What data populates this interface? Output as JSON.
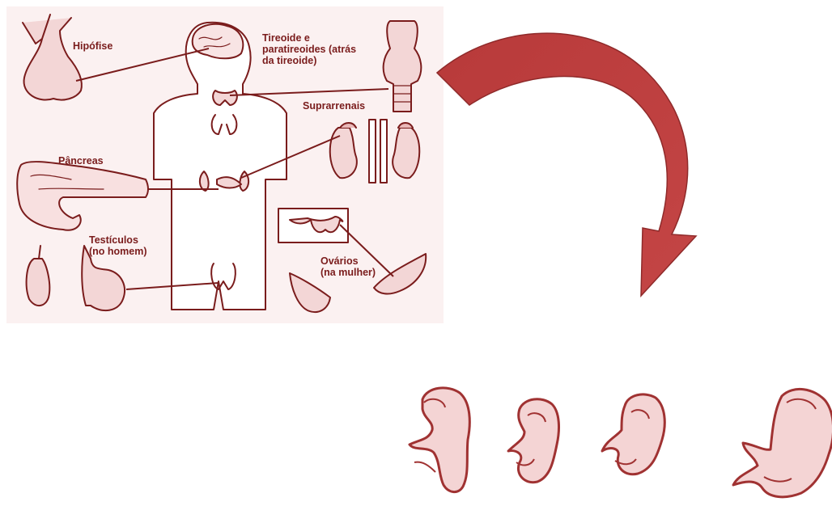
{
  "diagram": {
    "labels": {
      "hipofise": "Hipófise",
      "tireoide": "Tireoide e\nparatireoides (atrás\nda tireoide)",
      "suprarrenais": "Suprarrenais",
      "pancreas": "Pâncreas",
      "testiculos": "Testículos\n(no homem)",
      "ovarios": "Ovários\n(na mulher)"
    },
    "colors": {
      "ink": "#7a1c1c",
      "panel_bg": "#fbf1f1",
      "organ_fill": "#f3d6d6",
      "arrow": "#b83a3a",
      "arrow_dark": "#8f2a2a"
    }
  },
  "embryos": {
    "count": 4,
    "colors": {
      "fill": "#f4d4d4",
      "stroke": "#a03232"
    }
  }
}
